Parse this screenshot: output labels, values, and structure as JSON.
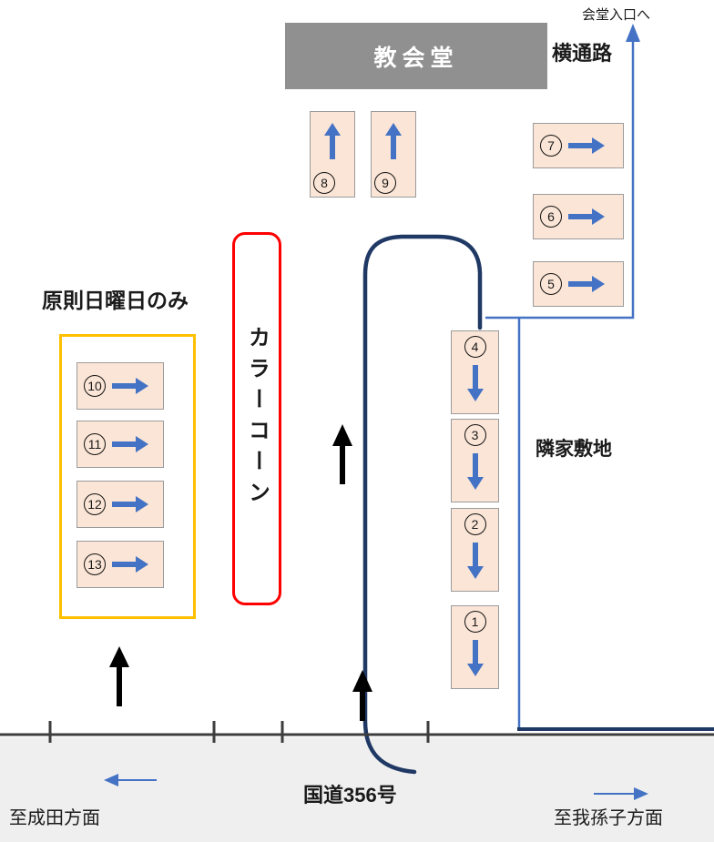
{
  "diagram": {
    "church_hall": "教会堂",
    "hall_entrance": "会堂入口へ",
    "side_passage": "横通路",
    "sunday_only_note": "原則日曜日のみ",
    "color_cone": "カラーコーン",
    "neighbor_property": "隣家敷地",
    "road_name": "国道356号",
    "to_narita": "至成田方面",
    "to_abiko": "至我孫子方面"
  },
  "spots": [
    {
      "number": "1",
      "direction": "down"
    },
    {
      "number": "2",
      "direction": "down"
    },
    {
      "number": "3",
      "direction": "down"
    },
    {
      "number": "4",
      "direction": "down"
    },
    {
      "number": "5",
      "direction": "right"
    },
    {
      "number": "6",
      "direction": "right"
    },
    {
      "number": "7",
      "direction": "right"
    },
    {
      "number": "8",
      "direction": "up"
    },
    {
      "number": "9",
      "direction": "up"
    },
    {
      "number": "10",
      "direction": "right"
    },
    {
      "number": "11",
      "direction": "right"
    },
    {
      "number": "12",
      "direction": "right"
    },
    {
      "number": "13",
      "direction": "right"
    }
  ],
  "colors": {
    "spot_fill": "#fbe5d6",
    "arrow_blue": "#4472c4",
    "driving_path_navy": "#1f3864",
    "cone_border_red": "#ff0000",
    "sunday_border_yellow": "#ffc000",
    "hall_gray": "#909090",
    "road_fill": "#efefef"
  },
  "icons": {
    "up_arrow": "↑",
    "down_arrow": "↓",
    "right_arrow": "→",
    "left_arrow": "←"
  }
}
